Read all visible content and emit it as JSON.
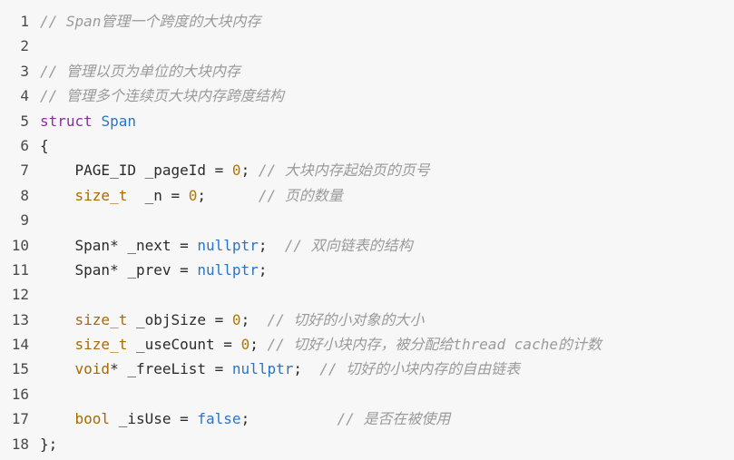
{
  "lines": [
    {
      "n": "1",
      "tokens": [
        {
          "c": "cmt",
          "t": "// Span管理一个跨度的大块内存"
        }
      ]
    },
    {
      "n": "2",
      "tokens": []
    },
    {
      "n": "3",
      "tokens": [
        {
          "c": "cmt",
          "t": "// 管理以页为单位的大块内存"
        }
      ]
    },
    {
      "n": "4",
      "tokens": [
        {
          "c": "cmt",
          "t": "// 管理多个连续页大块内存跨度结构"
        }
      ]
    },
    {
      "n": "5",
      "tokens": [
        {
          "c": "kw",
          "t": "struct"
        },
        {
          "c": "plain",
          "t": " "
        },
        {
          "c": "cls",
          "t": "Span"
        }
      ]
    },
    {
      "n": "6",
      "tokens": [
        {
          "c": "plain",
          "t": "{"
        }
      ]
    },
    {
      "n": "7",
      "tokens": [
        {
          "c": "plain",
          "t": "    PAGE_ID _pageId = "
        },
        {
          "c": "num",
          "t": "0"
        },
        {
          "c": "plain",
          "t": "; "
        },
        {
          "c": "cmt",
          "t": "// 大块内存起始页的页号"
        }
      ]
    },
    {
      "n": "8",
      "tokens": [
        {
          "c": "plain",
          "t": "    "
        },
        {
          "c": "type",
          "t": "size_t"
        },
        {
          "c": "plain",
          "t": "  _n = "
        },
        {
          "c": "num",
          "t": "0"
        },
        {
          "c": "plain",
          "t": ";      "
        },
        {
          "c": "cmt",
          "t": "// 页的数量"
        }
      ]
    },
    {
      "n": "9",
      "tokens": []
    },
    {
      "n": "10",
      "tokens": [
        {
          "c": "plain",
          "t": "    Span* _next = "
        },
        {
          "c": "lit",
          "t": "nullptr"
        },
        {
          "c": "plain",
          "t": ";  "
        },
        {
          "c": "cmt",
          "t": "// 双向链表的结构"
        }
      ]
    },
    {
      "n": "11",
      "tokens": [
        {
          "c": "plain",
          "t": "    Span* _prev = "
        },
        {
          "c": "lit",
          "t": "nullptr"
        },
        {
          "c": "plain",
          "t": ";"
        }
      ]
    },
    {
      "n": "12",
      "tokens": []
    },
    {
      "n": "13",
      "tokens": [
        {
          "c": "plain",
          "t": "    "
        },
        {
          "c": "type",
          "t": "size_t"
        },
        {
          "c": "plain",
          "t": " _objSize = "
        },
        {
          "c": "num",
          "t": "0"
        },
        {
          "c": "plain",
          "t": ";  "
        },
        {
          "c": "cmt",
          "t": "// 切好的小对象的大小"
        }
      ]
    },
    {
      "n": "14",
      "tokens": [
        {
          "c": "plain",
          "t": "    "
        },
        {
          "c": "type",
          "t": "size_t"
        },
        {
          "c": "plain",
          "t": " _useCount = "
        },
        {
          "c": "num",
          "t": "0"
        },
        {
          "c": "plain",
          "t": "; "
        },
        {
          "c": "cmt",
          "t": "// 切好小块内存，被分配给thread cache的计数"
        }
      ]
    },
    {
      "n": "15",
      "tokens": [
        {
          "c": "plain",
          "t": "    "
        },
        {
          "c": "type",
          "t": "void"
        },
        {
          "c": "plain",
          "t": "* _freeList = "
        },
        {
          "c": "lit",
          "t": "nullptr"
        },
        {
          "c": "plain",
          "t": ";  "
        },
        {
          "c": "cmt",
          "t": "// 切好的小块内存的自由链表"
        }
      ]
    },
    {
      "n": "16",
      "tokens": []
    },
    {
      "n": "17",
      "tokens": [
        {
          "c": "plain",
          "t": "    "
        },
        {
          "c": "type",
          "t": "bool"
        },
        {
          "c": "plain",
          "t": " _isUse = "
        },
        {
          "c": "lit",
          "t": "false"
        },
        {
          "c": "plain",
          "t": ";          "
        },
        {
          "c": "cmt",
          "t": "// 是否在被使用"
        }
      ]
    },
    {
      "n": "18",
      "tokens": [
        {
          "c": "plain",
          "t": "};"
        }
      ]
    }
  ]
}
